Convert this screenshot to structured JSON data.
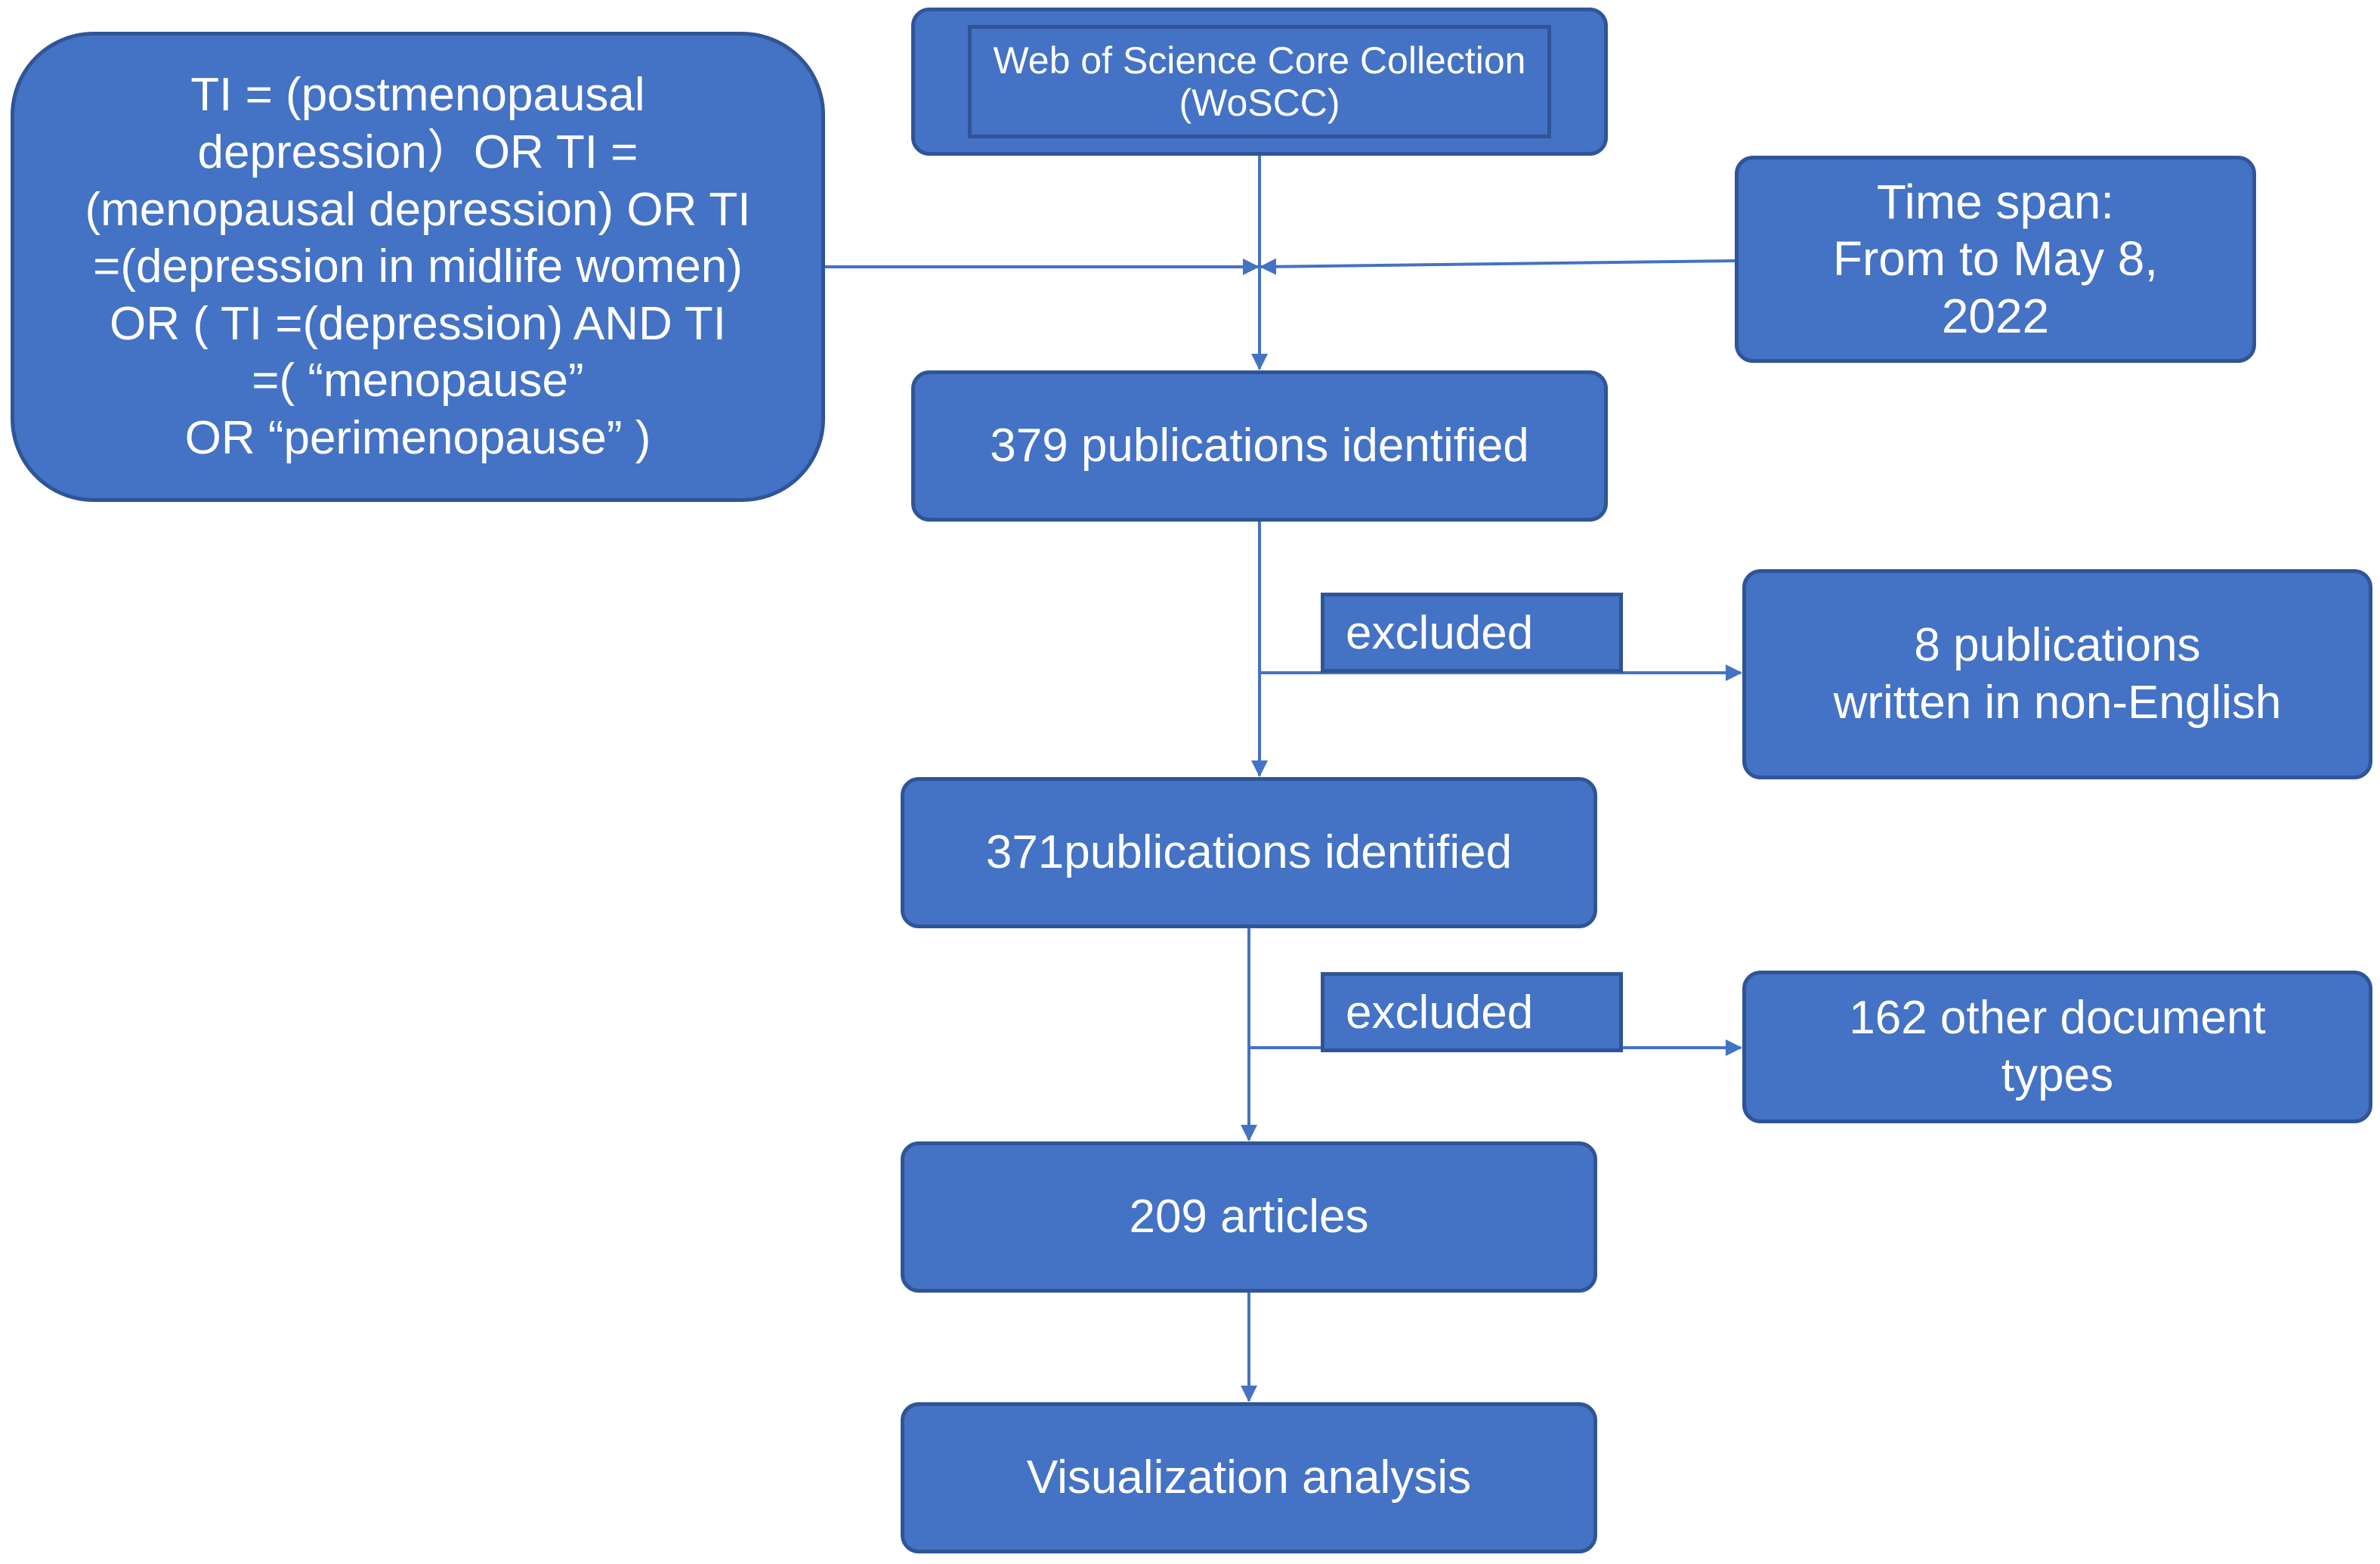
{
  "nodes": {
    "search_query": "TI = (postmenopausal\ndepression）OR TI =\n(menopausal depression) OR TI\n=(depression in midlife women)\nOR ( TI =(depression) AND TI\n=( “menopause”\nOR “perimenopause” )",
    "database": "Web of Science Core Collection\n(WoSCC)",
    "time_span": "Time span:\nFrom  to May 8,\n2022",
    "identified_379": "379 publications identified",
    "excluded_non_english": "8 publications\nwritten in non-English",
    "identified_371": "371publications identified",
    "excluded_doc_types": "162 other document\ntypes",
    "articles_209": "209 articles",
    "visualization": "Visualization analysis"
  },
  "edge_labels": {
    "excluded_1": "excluded",
    "excluded_2": "excluded"
  },
  "colors": {
    "box_fill": "#4472c4",
    "box_border": "#2f5597",
    "text": "#ffffff",
    "connector": "#4472c4"
  }
}
